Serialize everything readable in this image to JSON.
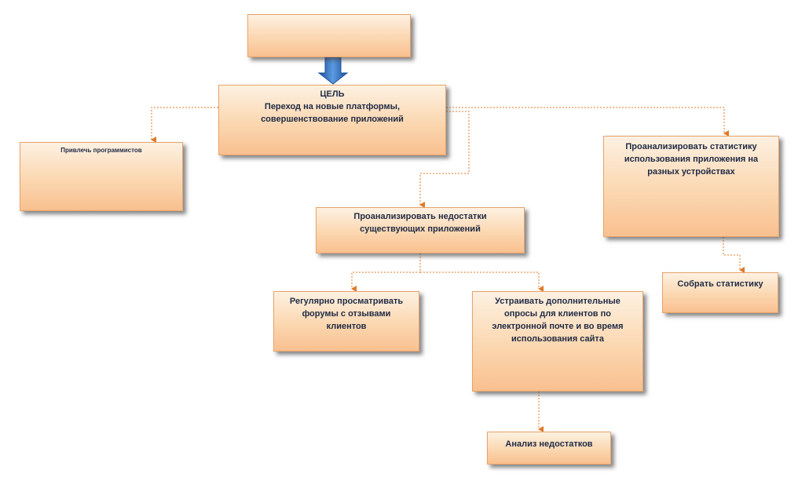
{
  "nodes": {
    "top": {
      "text": ""
    },
    "goal": {
      "label": "ЦЕЛЬ",
      "line1": "Переход на новые платформы,",
      "line2": "совершенствование приложений"
    },
    "hire": {
      "text": "Привлечь программистов"
    },
    "analyze": {
      "line1": "Проанализировать недостатки",
      "line2": "существующих приложений"
    },
    "stats": {
      "line1": "Проанализировать статистику",
      "line2": "использования приложения на",
      "line3": "разных устройствах"
    },
    "forums": {
      "line1": "Регулярно просматривать",
      "line2": "форумы с отзывами",
      "line3": "клиентов"
    },
    "survey": {
      "line1": "Устраивать дополнительные",
      "line2": "опросы для клиентов по",
      "line3": "электронной почте и во время",
      "line4": "использования сайта"
    },
    "collect": {
      "text": "Собрать статистику"
    },
    "defects": {
      "text": "Анализ недостатков"
    }
  },
  "colors": {
    "box_fill_top": "#fdf1e2",
    "box_fill_bottom": "#f9c090",
    "box_border": "#e8a36a",
    "connector": "#e07a2a",
    "main_arrow": "#2f6fc4",
    "text": "#1f2a44"
  }
}
